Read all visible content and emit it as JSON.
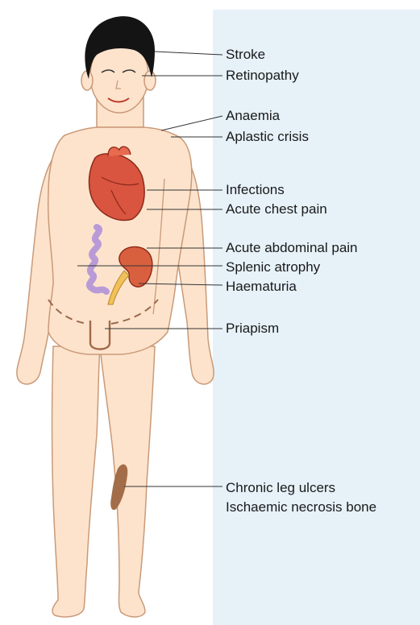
{
  "labels": {
    "stroke": "Stroke",
    "retinopathy": "Retinopathy",
    "anaemia": "Anaemia",
    "aplastic_crisis": "Aplastic crisis",
    "infections": "Infections",
    "acute_chest_pain": "Acute chest pain",
    "acute_abdominal_pain": "Acute abdominal pain",
    "splenic_atrophy": "Splenic atrophy",
    "haematuria": "Haematuria",
    "priapism": "Priapism",
    "chronic_leg_ulcers": "Chronic leg ulcers",
    "ischaemic_necrosis_bone": "Ischaemic necrosis bone"
  },
  "colors": {
    "panel": "#e6f1f8",
    "skin": "#fde3cc",
    "skin_outline": "#c99a78",
    "hair": "#141414",
    "heart": "#d9553f",
    "kidney": "#d9603f",
    "intestine": "#b89bd6",
    "ureter": "#f2c25a",
    "ulcer": "#a26d48"
  }
}
